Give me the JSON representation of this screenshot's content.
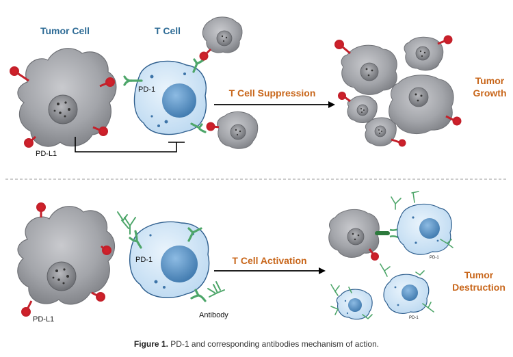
{
  "colors": {
    "title_blue": "#2f6c96",
    "orange": "#c8661a",
    "pd1_green": "#4ea66a",
    "ligand_red": "#d0202a",
    "tumor_gray": "#9b9da2",
    "tcell_blue": "#cfe4f6",
    "nucleus_blue": "#5b8fc0",
    "arrow": "#000000",
    "divider": "#9a9a9a"
  },
  "top": {
    "tumor_cell_label": "Tumor Cell",
    "t_cell_label": "T Cell",
    "pd1_label": "PD-1",
    "pdl1_label": "PD-L1",
    "arrow_label": "T Cell Suppression",
    "outcome_line1": "Tumor",
    "outcome_line2": "Growth"
  },
  "bottom": {
    "pd1_label": "PD-1",
    "pdl1_label": "PD-L1",
    "antibody_label": "Antibody",
    "arrow_label": "T Cell Activation",
    "outcome_line1": "Tumor",
    "outcome_line2": "Destruction",
    "mini_pd1_labels": [
      "PD-1",
      "PD-1"
    ]
  },
  "caption": {
    "prefix": "Figure 1.",
    "text": " PD-1 and corresponding antibodies mechanism of action."
  },
  "icons": [
    "tumor-cell-icon",
    "t-cell-icon",
    "pd1-receptor-icon",
    "pdl1-ligand-icon",
    "antibody-icon"
  ]
}
